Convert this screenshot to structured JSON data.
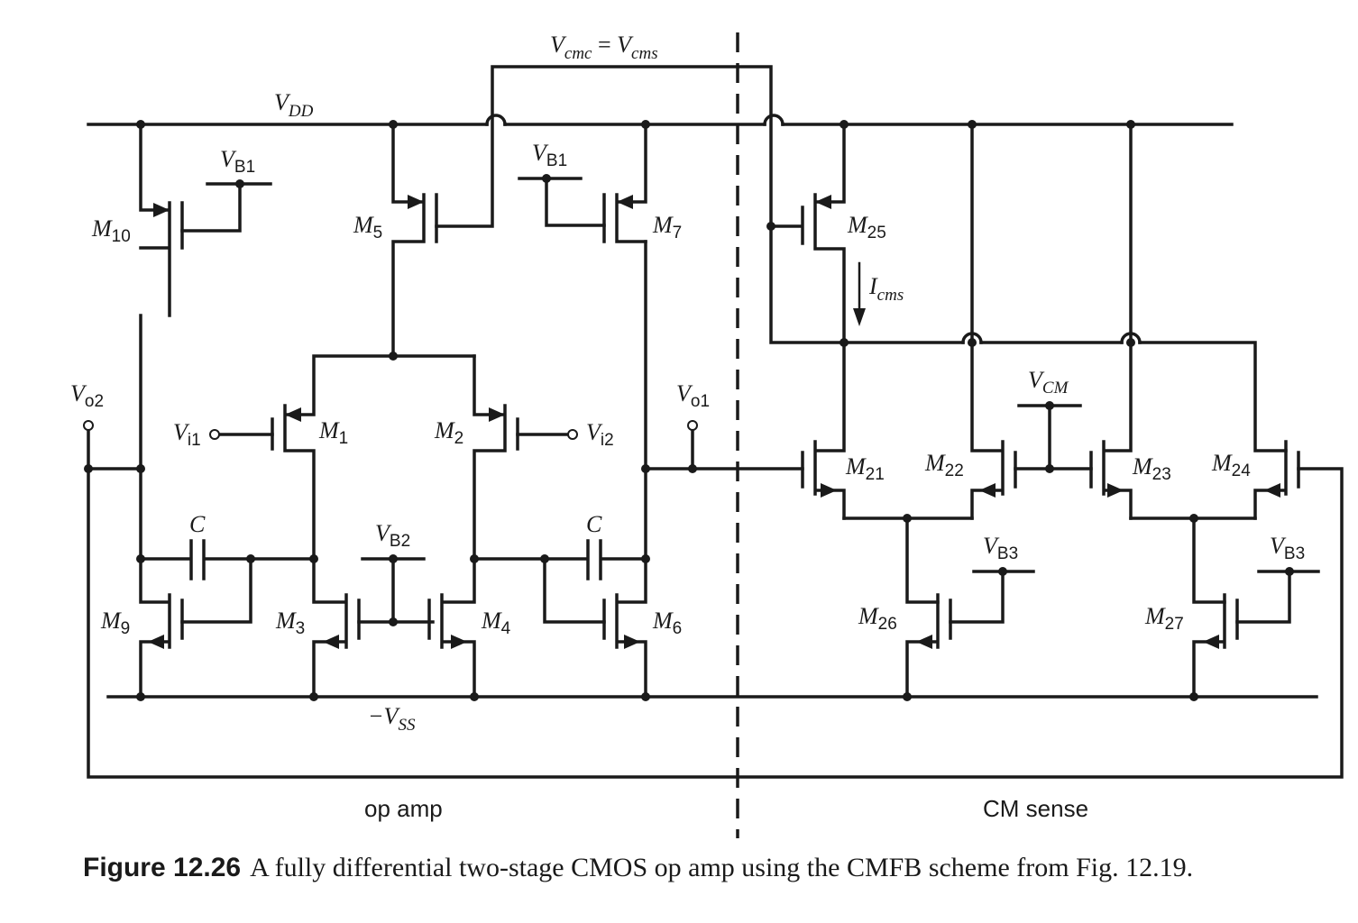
{
  "rails": {
    "vdd": {
      "main": "V",
      "sub": "DD"
    },
    "vss": {
      "main": "−V",
      "sub": "SS"
    }
  },
  "vcmc_label": {
    "a": "V",
    "a_sub": "cmc",
    "eq": " = ",
    "b": "V",
    "b_sub": "cms"
  },
  "bias": {
    "vb1": {
      "main": "V",
      "sub": "B1"
    },
    "vb2": {
      "main": "V",
      "sub": "B2"
    },
    "vb3": {
      "main": "V",
      "sub": "B3"
    },
    "vcm": {
      "main": "V",
      "sub": "CM"
    }
  },
  "ports": {
    "vi1": {
      "main": "V",
      "sub": "i1"
    },
    "vi2": {
      "main": "V",
      "sub": "i2"
    },
    "vo1": {
      "main": "V",
      "sub": "o1"
    },
    "vo2": {
      "main": "V",
      "sub": "o2"
    }
  },
  "current": {
    "main": "I",
    "sub": "cms"
  },
  "capacitor_label": "C",
  "transistors": {
    "m1": {
      "main": "M",
      "sub": "1"
    },
    "m2": {
      "main": "M",
      "sub": "2"
    },
    "m3": {
      "main": "M",
      "sub": "3"
    },
    "m4": {
      "main": "M",
      "sub": "4"
    },
    "m5": {
      "main": "M",
      "sub": "5"
    },
    "m6": {
      "main": "M",
      "sub": "6"
    },
    "m7": {
      "main": "M",
      "sub": "7"
    },
    "m9": {
      "main": "M",
      "sub": "9"
    },
    "m10": {
      "main": "M",
      "sub": "10"
    },
    "m21": {
      "main": "M",
      "sub": "21"
    },
    "m22": {
      "main": "M",
      "sub": "22"
    },
    "m23": {
      "main": "M",
      "sub": "23"
    },
    "m24": {
      "main": "M",
      "sub": "24"
    },
    "m25": {
      "main": "M",
      "sub": "25"
    },
    "m26": {
      "main": "M",
      "sub": "26"
    },
    "m27": {
      "main": "M",
      "sub": "27"
    }
  },
  "regions": {
    "left": "op amp",
    "right": "CM sense"
  },
  "caption": {
    "number": "Figure 12.26",
    "text": "A fully differential two-stage CMOS op amp using the CMFB scheme from Fig. 12.19."
  }
}
